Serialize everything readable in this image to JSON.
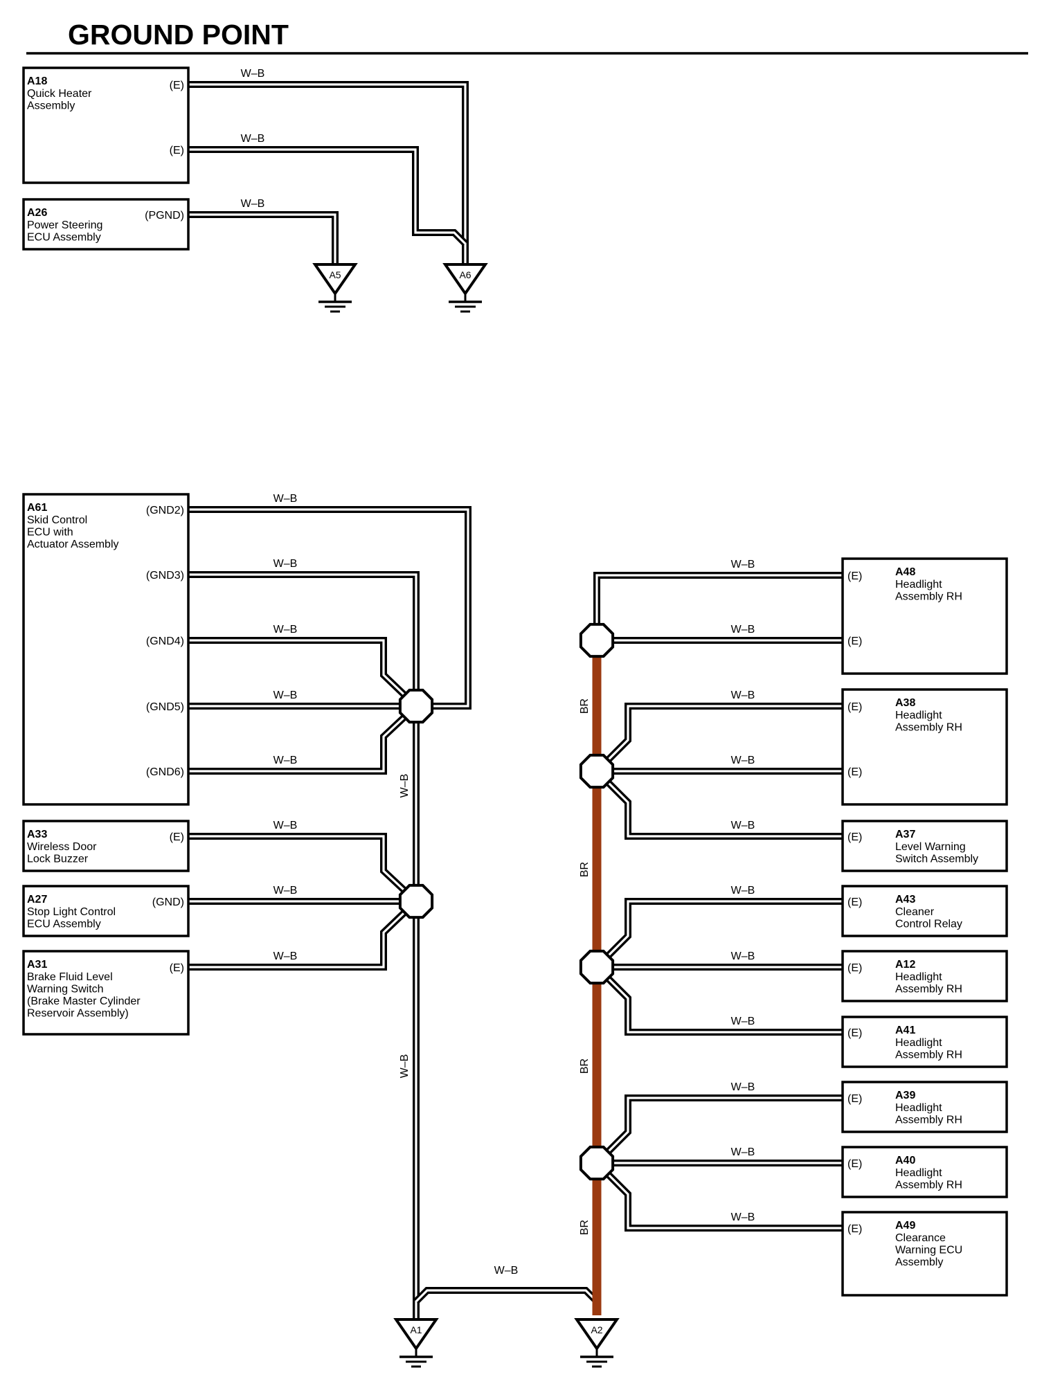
{
  "title": "GROUND POINT",
  "colors": {
    "wire_outline": "#000000",
    "wire_fill": "#ffffff",
    "trunk_br": "#9b3a10"
  },
  "wire_colors": {
    "wb": "W–B",
    "br": "BR"
  },
  "components": [
    {
      "id": "A18",
      "lines": [
        "Quick Heater",
        "Assembly"
      ],
      "pins": [
        "(E)",
        "(E)"
      ]
    },
    {
      "id": "A26",
      "lines": [
        "Power Steering",
        "ECU Assembly"
      ],
      "pins": [
        "(PGND)"
      ]
    },
    {
      "id": "A61",
      "lines": [
        "Skid Control",
        "ECU with",
        "Actuator Assembly"
      ],
      "pins": [
        "(GND2)",
        "(GND3)",
        "(GND4)",
        "(GND5)",
        "(GND6)"
      ]
    },
    {
      "id": "A33",
      "lines": [
        "Wireless Door",
        "Lock Buzzer"
      ],
      "pins": [
        "(E)"
      ]
    },
    {
      "id": "A27",
      "lines": [
        "Stop Light Control",
        "ECU Assembly"
      ],
      "pins": [
        "(GND)"
      ]
    },
    {
      "id": "A31",
      "lines": [
        "Brake Fluid Level",
        "Warning Switch",
        "(Brake Master Cylinder",
        " Reservoir Assembly)"
      ],
      "pins": [
        "(E)"
      ]
    },
    {
      "id": "A48",
      "lines": [
        "Headlight",
        "Assembly RH"
      ],
      "pins": [
        "(E)",
        "(E)"
      ]
    },
    {
      "id": "A38",
      "lines": [
        "Headlight",
        "Assembly RH"
      ],
      "pins": [
        "(E)",
        "(E)"
      ]
    },
    {
      "id": "A37",
      "lines": [
        "Level Warning",
        "Switch Assembly"
      ],
      "pins": [
        "(E)"
      ]
    },
    {
      "id": "A43",
      "lines": [
        "Cleaner",
        "Control Relay"
      ],
      "pins": [
        "(E)"
      ]
    },
    {
      "id": "A12",
      "lines": [
        "Headlight",
        "Assembly RH"
      ],
      "pins": [
        "(E)"
      ]
    },
    {
      "id": "A41",
      "lines": [
        "Headlight",
        "Assembly RH"
      ],
      "pins": [
        "(E)"
      ]
    },
    {
      "id": "A39",
      "lines": [
        "Headlight",
        "Assembly RH"
      ],
      "pins": [
        "(E)"
      ]
    },
    {
      "id": "A40",
      "lines": [
        "Headlight",
        "Assembly RH"
      ],
      "pins": [
        "(E)"
      ]
    },
    {
      "id": "A49",
      "lines": [
        "Clearance",
        "Warning ECU",
        "Assembly"
      ],
      "pins": [
        "(E)"
      ]
    }
  ],
  "ground_points": [
    "A5",
    "A6",
    "A1",
    "A2"
  ]
}
